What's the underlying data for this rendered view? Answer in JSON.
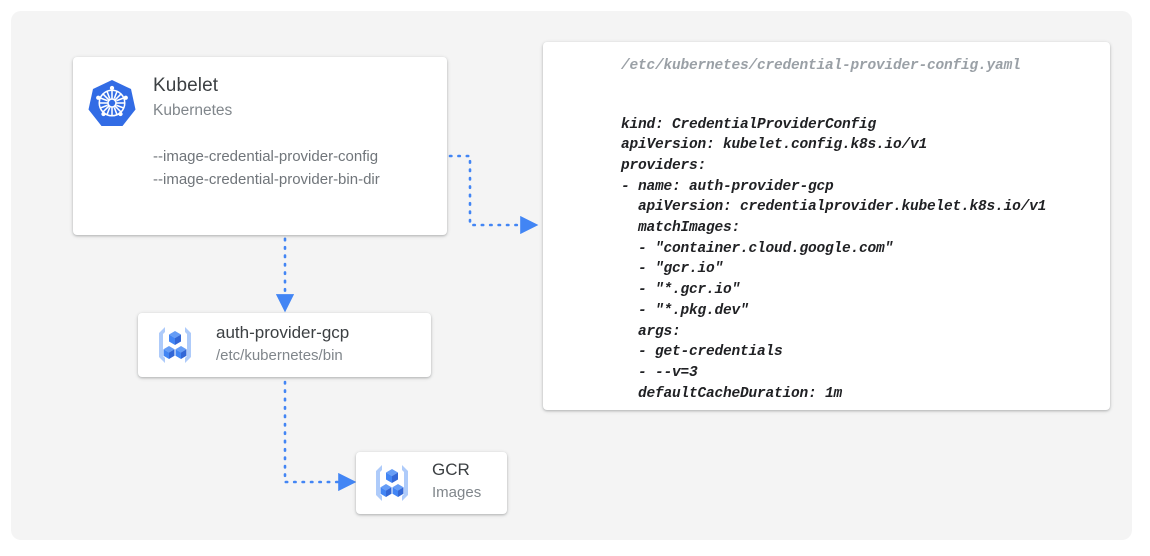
{
  "canvas": {
    "background_color": "#f4f4f4",
    "page_background_color": "#ffffff",
    "accent_color": "#4285f4",
    "connector_color": "#4285f4"
  },
  "kubelet_card": {
    "icon": "kubernetes-logo-icon",
    "title": "Kubelet",
    "subtitle": "Kubernetes",
    "flags": [
      "--image-credential-provider-config",
      "--image-credential-provider-bin-dir"
    ]
  },
  "auth_provider_card": {
    "icon": "container-registry-icon",
    "title": "auth-provider-gcp",
    "subtitle": "/etc/kubernetes/bin"
  },
  "gcr_card": {
    "icon": "container-registry-icon",
    "title": "GCR",
    "subtitle": "Images"
  },
  "yaml_card": {
    "file_path": "/etc/kubernetes/credential-provider-config.yaml",
    "content": "kind: CredentialProviderConfig\napiVersion: kubelet.config.k8s.io/v1\nproviders:\n- name: auth-provider-gcp\n  apiVersion: credentialprovider.kubelet.k8s.io/v1\n  matchImages:\n  - \"container.cloud.google.com\"\n  - \"gcr.io\"\n  - \"*.gcr.io\"\n  - \"*.pkg.dev\"\n  args:\n  - get-credentials\n  - --v=3\n  defaultCacheDuration: 1m",
    "lines": [
      "kind: CredentialProviderConfig",
      "apiVersion: kubelet.config.k8s.io/v1",
      "providers:",
      "- name: auth-provider-gcp",
      "  apiVersion: credentialprovider.kubelet.k8s.io/v1",
      "  matchImages:",
      "  - \"container.cloud.google.com\"",
      "  - \"gcr.io\"",
      "  - \"*.gcr.io\"",
      "  - \"*.pkg.dev\"",
      "  args:",
      "  - get-credentials",
      "  - --v=3",
      "  defaultCacheDuration: 1m"
    ]
  },
  "connectors": [
    {
      "name": "kubelet-config-to-yaml",
      "from": "kubelet-card",
      "to": "yaml-card",
      "style": "dotted",
      "arrowhead": "triangle"
    },
    {
      "name": "kubelet-to-auth-provider",
      "from": "kubelet-card",
      "to": "auth-provider-card",
      "style": "dotted",
      "arrowhead": "triangle"
    },
    {
      "name": "auth-provider-to-gcr",
      "from": "auth-provider-card",
      "to": "gcr-card",
      "style": "dotted",
      "arrowhead": "triangle"
    }
  ]
}
